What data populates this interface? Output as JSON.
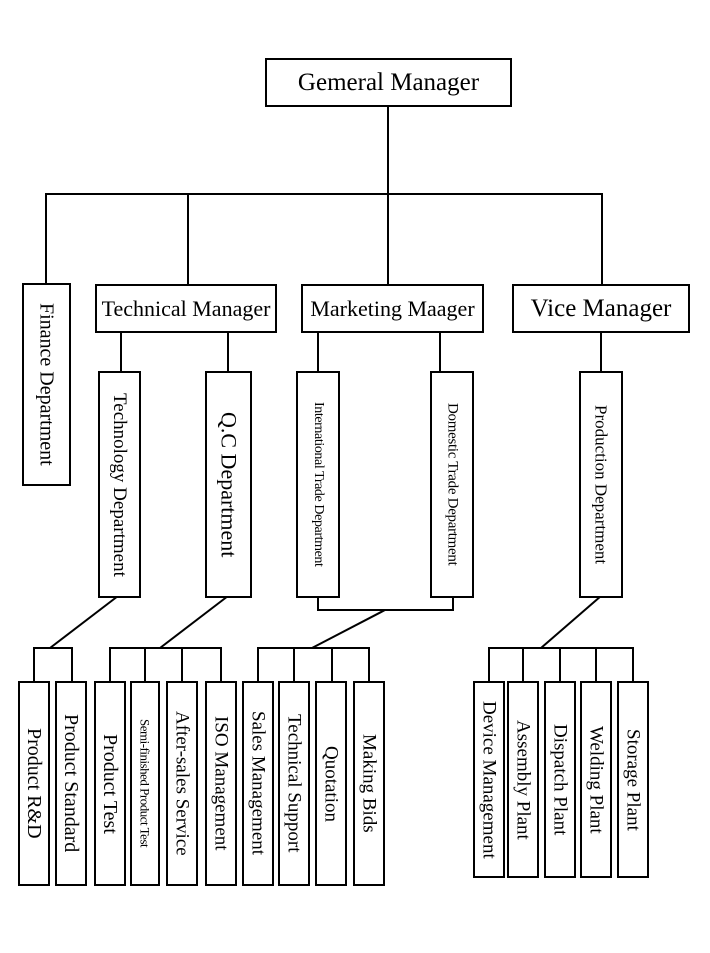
{
  "org_chart": {
    "general_manager": "Gemeral Manager",
    "finance_department": "Finance Department",
    "technical_manager": "Technical Manager",
    "marketing_manager": "Marketing Maager",
    "vice_manager": "Vice Manager",
    "technology_department": "Technology Department",
    "qc_department": "Q.C Department",
    "international_trade_department": "International Trade Department",
    "domestic_trade_department": "Domestic Trade Department",
    "production_department": "Production Department",
    "product_rd": "Product R&D",
    "product_standard": "Product Standard",
    "product_test": "Product Test",
    "semi_finished_product_test": "Semi-finished Product Test",
    "after_sales_service": "After-sales Service",
    "iso_management": "ISO Management",
    "sales_management": "Sales Management",
    "technical_support": "Technical Support",
    "quotation": "Quotation",
    "making_bids": "Making Bids",
    "device_management": "Device Management",
    "assembly_plant": "Assembly Plant",
    "dispatch_plant": "Dispatch Plant",
    "welding_plant": "Welding Plant",
    "storage_plant": "Storage Plant"
  }
}
